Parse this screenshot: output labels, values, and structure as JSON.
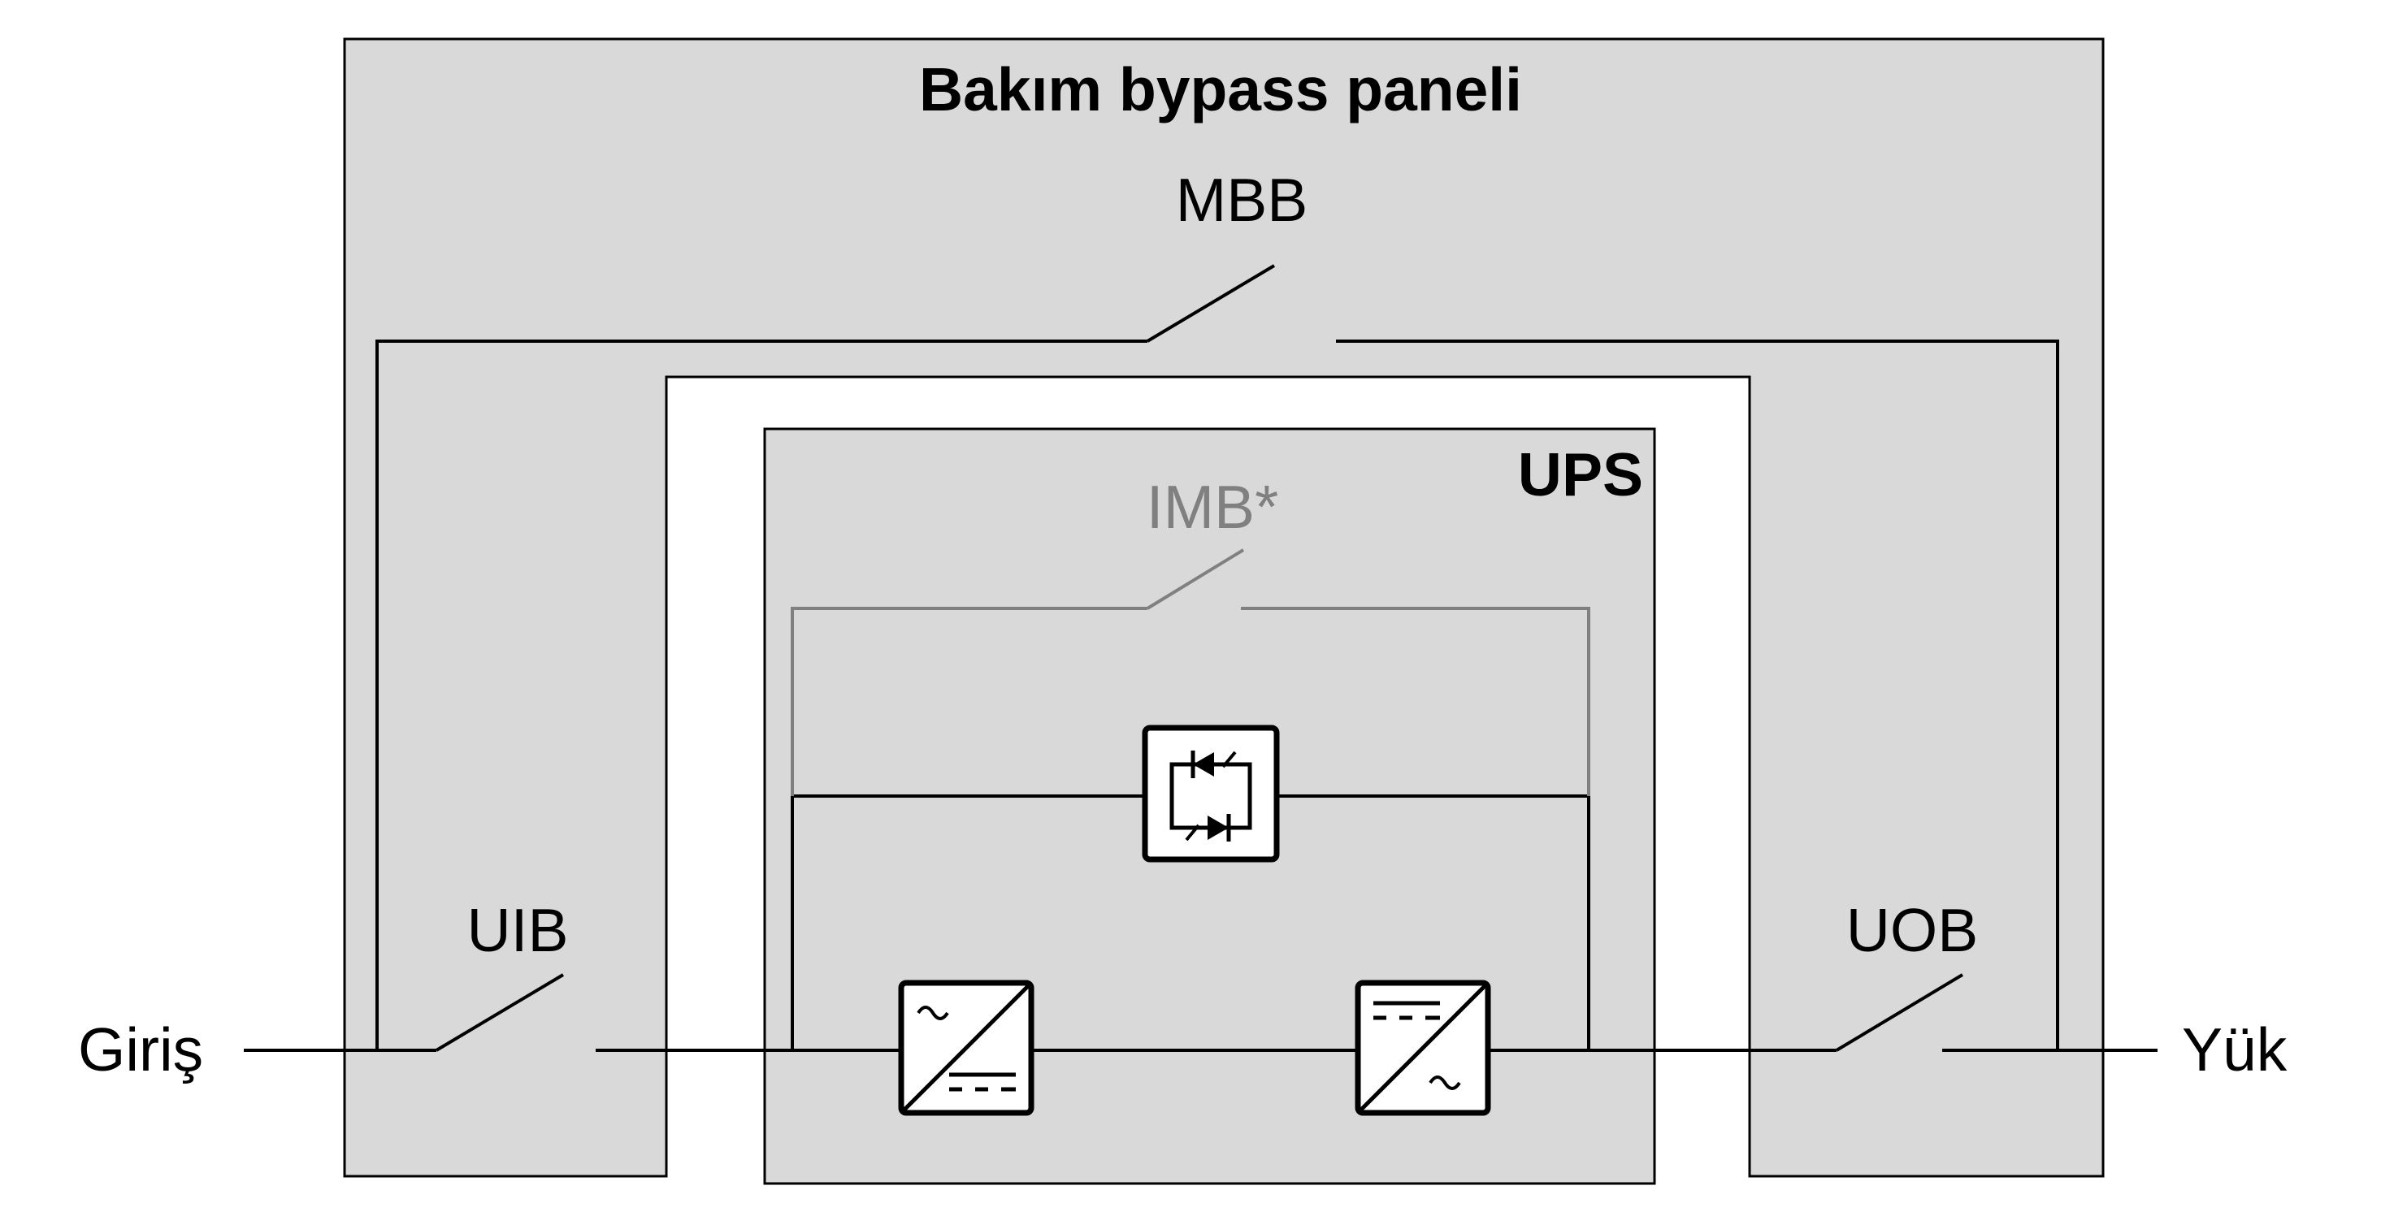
{
  "title": "Bakım bypass paneli",
  "ups_label": "UPS",
  "labels": {
    "mbb": "MBB",
    "imb": "IMB*",
    "uib": "UIB",
    "uob": "UOB",
    "input": "Giriş",
    "load": "Yük"
  },
  "colors": {
    "panel_fill": "#d9d9d9",
    "line": "#000000",
    "imb_line": "#808080",
    "background": "#ffffff"
  },
  "symbols": {
    "static_switch": "static-bypass-thyristor-icon",
    "rectifier": "rectifier-ac-dc-icon",
    "inverter": "inverter-dc-ac-icon"
  }
}
